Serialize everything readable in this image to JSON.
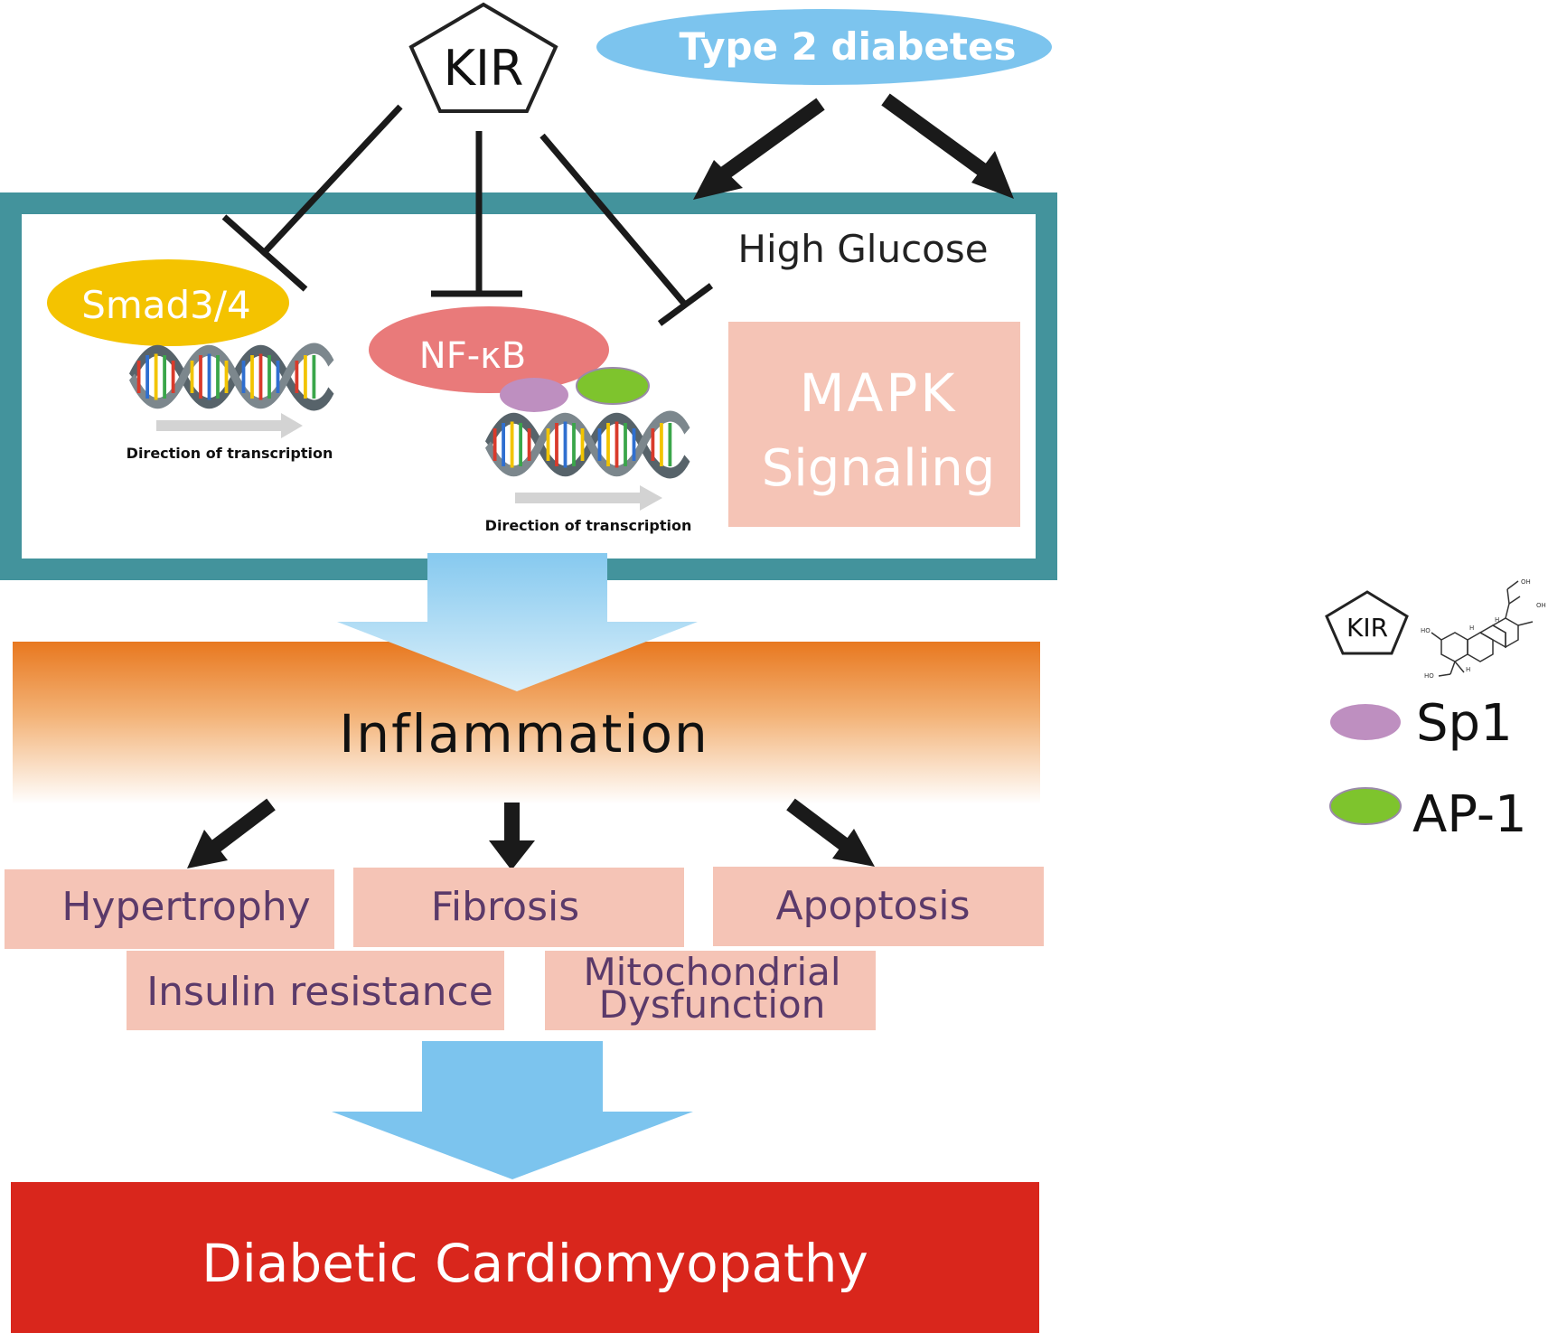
{
  "nodes": {
    "kir": "KIR",
    "type2_diabetes": "Type 2 diabetes",
    "high_glucose": "High Glucose",
    "smad": "Smad3/4",
    "nfkb": "NF-κB",
    "mapk_line1": "MAPK",
    "mapk_line2": "Signaling",
    "transcription_left": "Direction of transcription",
    "transcription_right": "Direction of transcription",
    "inflammation": "Inflammation",
    "hypertrophy": "Hypertrophy",
    "fibrosis": "Fibrosis",
    "apoptosis": "Apoptosis",
    "insulin_resistance": "Insulin resistance",
    "mito_line1": "Mitochondrial",
    "mito_line2": "Dysfunction",
    "outcome": "Diabetic Cardiomyopathy"
  },
  "legend": {
    "kir": "KIR",
    "sp1": "Sp1",
    "ap1": "AP-1",
    "molecule_labels": {
      "oh_top": "OH",
      "oh_right": "OH",
      "ho_left": "HO",
      "ho_bottom": "HO",
      "h1": "H",
      "h2": "H",
      "h3": "H"
    }
  },
  "colors": {
    "frame": "#43939c",
    "type2": "#7cc4ee",
    "smad": "#f4c300",
    "nfkb": "#e97a7a",
    "sp1": "#be8fc0",
    "ap1": "#7ec42d",
    "box": "#f5c4b6",
    "box_text": "#5b3a6a",
    "inflammation_top": "#e8781f",
    "arrow_blue": "#7cc4ee",
    "outcome": "#d9261c"
  }
}
